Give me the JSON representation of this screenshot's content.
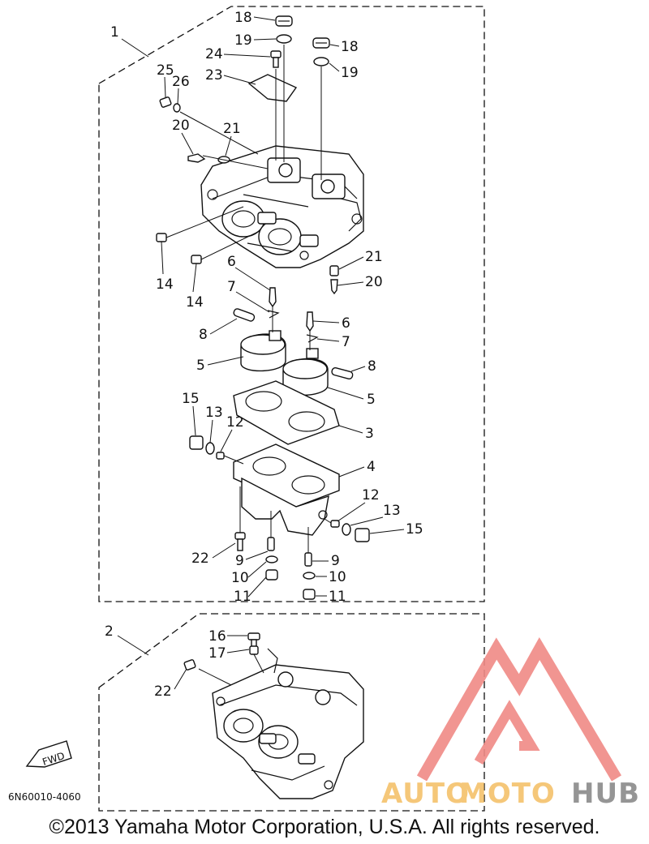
{
  "diagram": {
    "callouts_group1": [
      {
        "id": "c18a",
        "text": "18"
      },
      {
        "id": "c19a",
        "text": "19"
      },
      {
        "id": "c18b",
        "text": "18"
      },
      {
        "id": "c19b",
        "text": "19"
      },
      {
        "id": "c24",
        "text": "24"
      },
      {
        "id": "c23",
        "text": "23"
      },
      {
        "id": "c25",
        "text": "25"
      },
      {
        "id": "c26",
        "text": "26"
      },
      {
        "id": "c20a",
        "text": "20"
      },
      {
        "id": "c21a",
        "text": "21"
      },
      {
        "id": "c21b",
        "text": "21"
      },
      {
        "id": "c20b",
        "text": "20"
      },
      {
        "id": "c14a",
        "text": "14"
      },
      {
        "id": "c14b",
        "text": "14"
      },
      {
        "id": "c6a",
        "text": "6"
      },
      {
        "id": "c7a",
        "text": "7"
      },
      {
        "id": "c6b",
        "text": "6"
      },
      {
        "id": "c7b",
        "text": "7"
      },
      {
        "id": "c8a",
        "text": "8"
      },
      {
        "id": "c8b",
        "text": "8"
      },
      {
        "id": "c5a",
        "text": "5"
      },
      {
        "id": "c5b",
        "text": "5"
      },
      {
        "id": "c15a",
        "text": "15"
      },
      {
        "id": "c13a",
        "text": "13"
      },
      {
        "id": "c12a",
        "text": "12"
      },
      {
        "id": "c3",
        "text": "3"
      },
      {
        "id": "c4",
        "text": "4"
      },
      {
        "id": "c12b",
        "text": "12"
      },
      {
        "id": "c13b",
        "text": "13"
      },
      {
        "id": "c15b",
        "text": "15"
      },
      {
        "id": "c22a",
        "text": "22"
      },
      {
        "id": "c9a",
        "text": "9"
      },
      {
        "id": "c9b",
        "text": "9"
      },
      {
        "id": "c10a",
        "text": "10"
      },
      {
        "id": "c10b",
        "text": "10"
      },
      {
        "id": "c11a",
        "text": "11"
      },
      {
        "id": "c11b",
        "text": "11"
      }
    ],
    "group_labels": {
      "assembly_1": "1",
      "assembly_2": "2"
    },
    "callouts_group2": [
      {
        "id": "c16",
        "text": "16"
      },
      {
        "id": "c17",
        "text": "17"
      },
      {
        "id": "c22b",
        "text": "22"
      }
    ],
    "fwd_label": "FWD",
    "part_code": "6N60010-4060"
  },
  "watermark": {
    "text_auto": "AUTO",
    "text_moto": "MOTO",
    "text_hub": "HUB",
    "colors": {
      "triangle": "#f08a86",
      "auto": "#f5c16b",
      "hub": "#8a8a8a"
    }
  },
  "footer": {
    "copyright": "©2013 Yamaha Motor Corporation, U.S.A. All rights reserved."
  }
}
